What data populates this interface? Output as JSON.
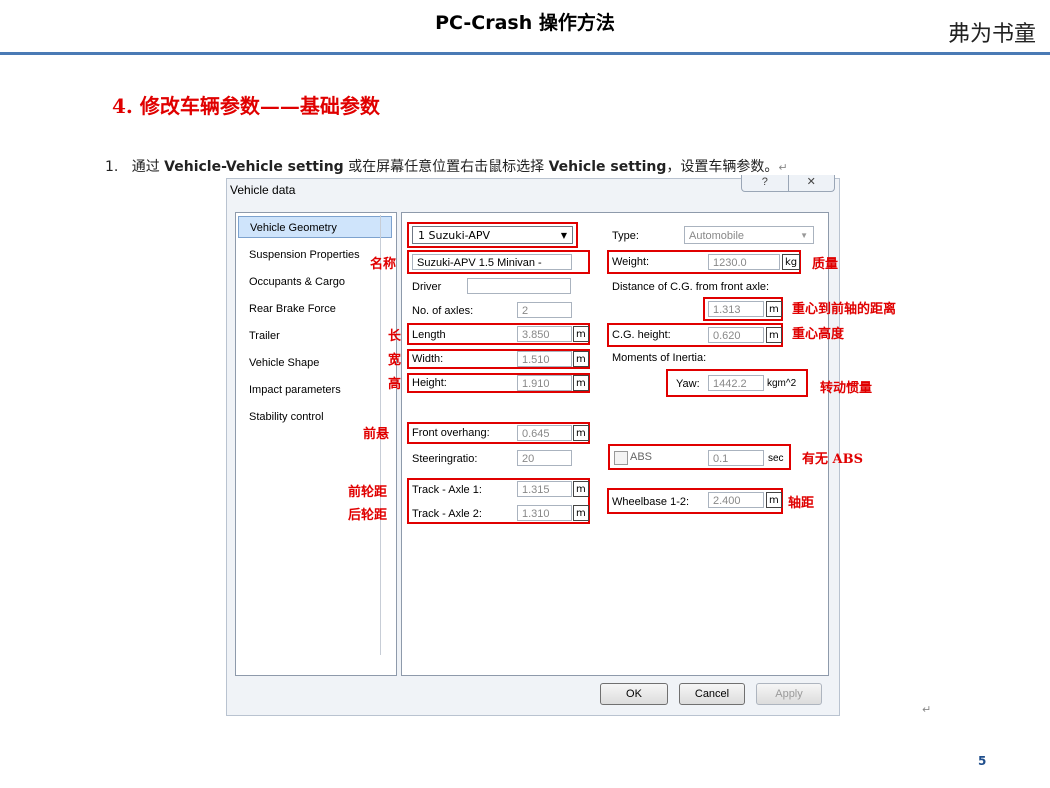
{
  "slide": {
    "title": "PC-Crash 操作方法",
    "brand": "弗为书童",
    "section": "4.  修改车辆参数——基础参数",
    "step_num": "1.",
    "step_text_1": "通过 ",
    "step_bold_1": "Vehicle-Vehicle setting",
    "step_text_2": " 或在屏幕任意位置右击鼠标选择 ",
    "step_bold_2": "Vehicle setting",
    "step_text_3": "，设置车辆参数。",
    "return_mark": "↵",
    "page_number": "5"
  },
  "dialog": {
    "title": "Vehicle data",
    "title_buttons": [
      "?",
      "✕"
    ],
    "nav_items": [
      "Vehicle Geometry",
      "Suspension Properties",
      "Occupants & Cargo",
      "Rear Brake Force",
      "Trailer",
      "Vehicle Shape",
      "Impact parameters",
      "Stability control"
    ],
    "vehicle_select": "1  Suzuki-APV",
    "name_value": "Suzuki-APV 1.5 Minivan -",
    "driver_label": "Driver",
    "driver_value": "",
    "axles_label": "No. of axles:",
    "axles_value": "2",
    "length_label": "Length",
    "length_value": "3.850",
    "width_label": "Width:",
    "width_value": "1.510",
    "height_label": "Height:",
    "height_value": "1.910",
    "front_overhang_label": "Front overhang:",
    "front_overhang_value": "0.645",
    "steering_label": "Steeringratio:",
    "steering_value": "20",
    "track1_label": "Track - Axle 1:",
    "track1_value": "1.315",
    "track2_label": "Track - Axle 2:",
    "track2_value": "1.310",
    "unit_m": "m",
    "type_label": "Type:",
    "type_value": "Automobile",
    "weight_label": "Weight:",
    "weight_value": "1230.0",
    "weight_unit": "kg",
    "cg_distance_label": "Distance of C.G. from front axle:",
    "cg_distance_value": "1.313",
    "cg_height_label": "C.G. height:",
    "cg_height_value": "0.620",
    "moments_label": "Moments of Inertia:",
    "yaw_label": "Yaw:",
    "yaw_value": "1442.2",
    "yaw_unit": "kgm^2",
    "abs_label": "ABS",
    "abs_value": "0.1",
    "abs_unit": "sec",
    "wheelbase_label": "Wheelbase 1-2:",
    "wheelbase_value": "2.400",
    "ok_label": "OK",
    "cancel_label": "Cancel",
    "apply_label": "Apply"
  },
  "annotations": {
    "name": "名称",
    "length": "长",
    "width": "宽",
    "height": "高",
    "front_overhang": "前悬",
    "front_track": "前轮距",
    "rear_track": "后轮距",
    "weight": "质量",
    "cg_distance": "重心到前轴的距离",
    "cg_height": "重心高度",
    "yaw": "转动惯量",
    "abs": "有无 ABS",
    "wheelbase": "轴距"
  },
  "colors": {
    "annotation_red": "#e00000",
    "rule_blue": "#4a7ab5",
    "page_number_blue": "#1f4e8c"
  }
}
